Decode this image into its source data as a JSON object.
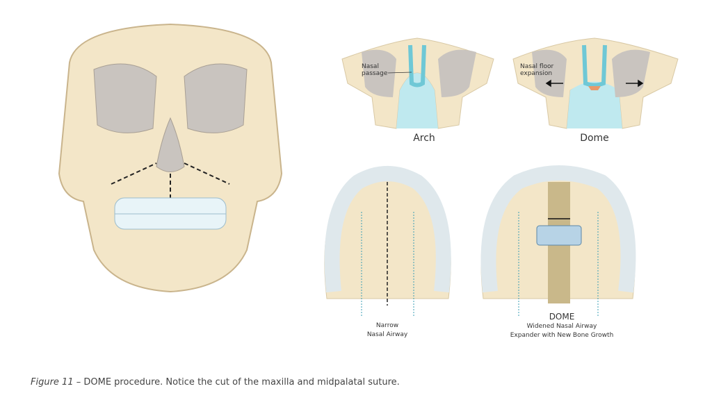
{
  "figure": {
    "panels": {
      "arch": {
        "title": "Arch",
        "callout": [
          "Nasal",
          "passage"
        ]
      },
      "dome": {
        "title": "Dome",
        "callout": [
          "Nasal floor",
          "expansion"
        ]
      },
      "narrow_palate": {
        "caption": [
          "Narrow",
          "Nasal Airway"
        ]
      },
      "dome_palate": {
        "title": "DOME",
        "caption": [
          "Widened Nasal Airway",
          "Expander with New Bone Growth"
        ]
      }
    },
    "colors": {
      "bone": "#f3e6c8",
      "airway": "#9fdde6",
      "cavity": "#c9c4bf",
      "tooth": "#e8f4f8",
      "graft": "#c9b88a"
    }
  },
  "caption": {
    "label": "Figure 11",
    "text": " – DOME procedure. Notice the cut of the maxilla and midpalatal suture."
  }
}
